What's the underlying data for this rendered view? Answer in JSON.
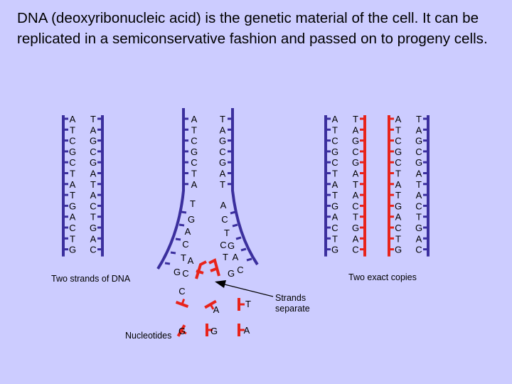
{
  "intro": "DNA (deoxyribonucleic acid) is the genetic material of the cell. It can be replicated in a semiconservative fashion and passed on to progeny cells.",
  "colors": {
    "background": "#ccccff",
    "parental_strand": "#3b2f9e",
    "new_strand": "#e8231a",
    "text": "#000000"
  },
  "left_diagram": {
    "caption": "Two strands of DNA",
    "strand_a": [
      "A",
      "T",
      "C",
      "G",
      "C",
      "T",
      "A",
      "T",
      "G",
      "A",
      "C",
      "T",
      "G"
    ],
    "strand_b": [
      "T",
      "A",
      "G",
      "C",
      "G",
      "A",
      "T",
      "A",
      "C",
      "T",
      "G",
      "A",
      "C"
    ]
  },
  "fork": {
    "left_top": [
      "A",
      "T",
      "C",
      "G",
      "C",
      "T",
      "A"
    ],
    "right_top": [
      "T",
      "A",
      "G",
      "C",
      "G",
      "A",
      "T"
    ],
    "left_arm": [
      "T",
      "G",
      "A",
      "C",
      "T",
      "A",
      "G",
      "C"
    ],
    "right_arm": [
      "A",
      "C",
      "T",
      "C",
      "G",
      "T",
      "A",
      "G",
      "C"
    ],
    "free_nucleotides": [
      "C",
      "A",
      "T",
      "G",
      "G",
      "A"
    ],
    "nucleotides_label": "Nucleotides",
    "arrow_label_line1": "Strands",
    "arrow_label_line2": "separate"
  },
  "right_diagram": {
    "caption": "Two exact copies",
    "copy1_a": [
      "A",
      "T",
      "C",
      "G",
      "C",
      "T",
      "A",
      "T",
      "G",
      "A",
      "C",
      "T",
      "G"
    ],
    "copy1_b": [
      "T",
      "A",
      "G",
      "C",
      "G",
      "A",
      "T",
      "A",
      "C",
      "T",
      "G",
      "A",
      "C"
    ],
    "copy2_a": [
      "A",
      "T",
      "C",
      "G",
      "C",
      "T",
      "A",
      "T",
      "G",
      "A",
      "C",
      "T",
      "G"
    ],
    "copy2_b": [
      "T",
      "A",
      "G",
      "C",
      "G",
      "A",
      "T",
      "A",
      "C",
      "T",
      "G",
      "A",
      "C"
    ]
  }
}
